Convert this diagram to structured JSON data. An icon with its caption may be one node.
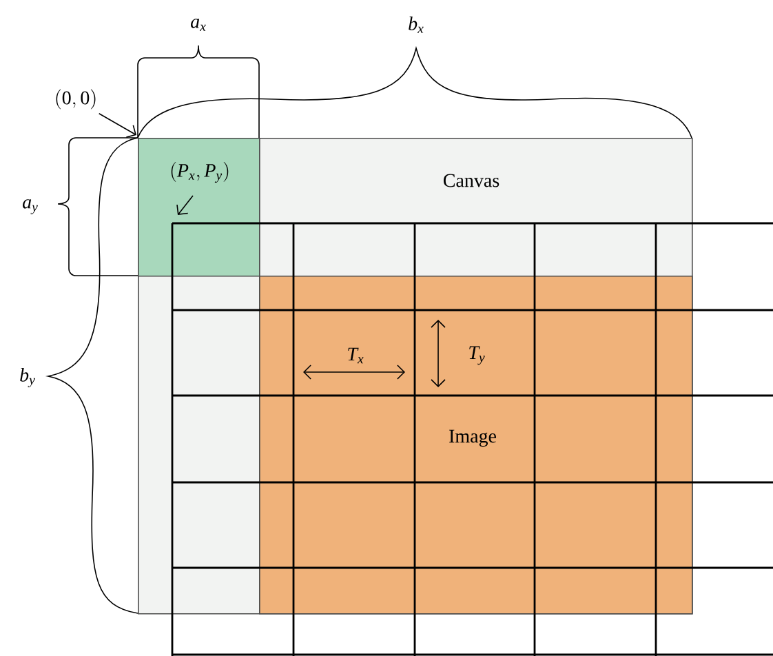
{
  "diagram": {
    "nodes": [
      {
        "text": [
          "Canvas"
        ]
      },
      {
        "text": [
          "(P_x, P_y)"
        ],
        "in": 0
      },
      {
        "text": [
          "Image"
        ],
        "in": 0
      },
      {
        "text": [
          "(0, 0)"
        ]
      }
    ],
    "edges": [
      {
        "from": 3,
        "to": 1,
        "arrow": "to"
      },
      {
        "from": 1,
        "to": null,
        "arrow": "to"
      }
    ],
    "labels": [
      "a_x",
      "b_x",
      "a_y",
      "b_y",
      "T_x",
      "T_y"
    ]
  }
}
